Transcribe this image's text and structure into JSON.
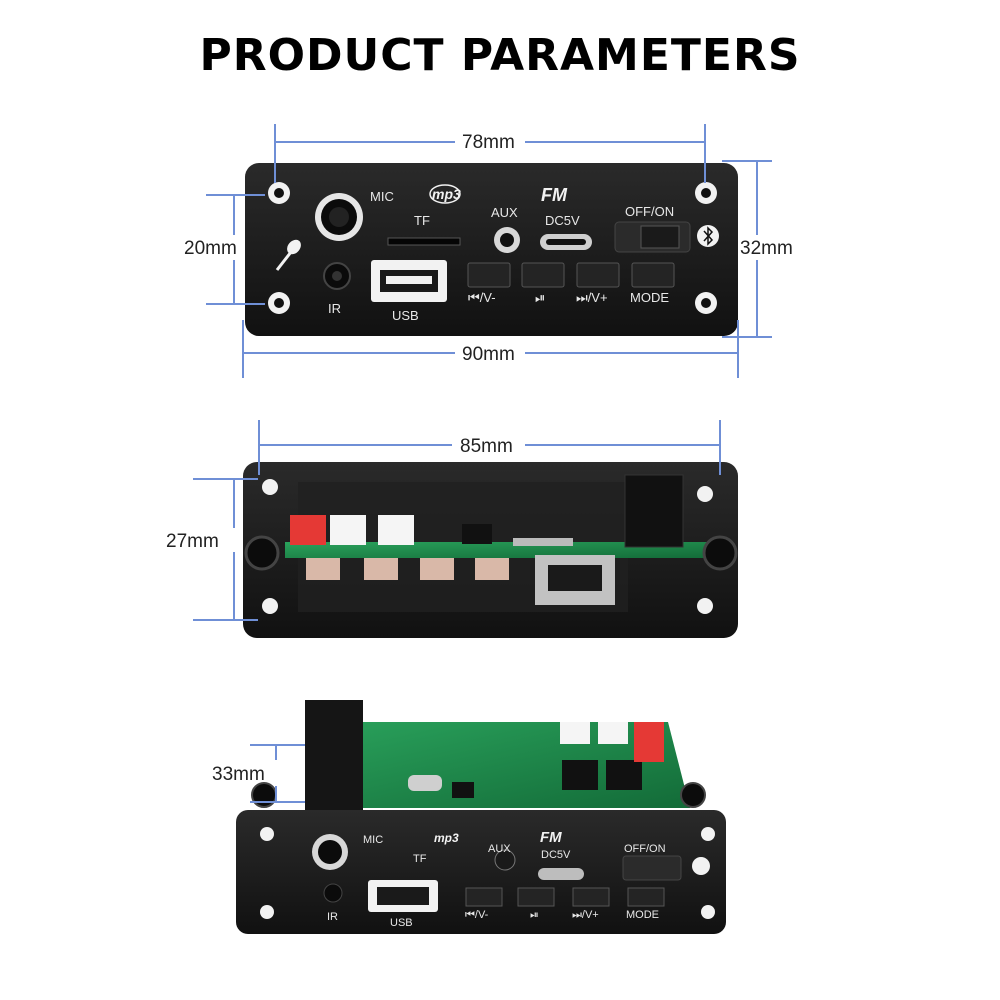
{
  "title": "PRODUCT PARAMETERS",
  "dimensions": {
    "front_width_holes": "78mm",
    "front_width_total": "90mm",
    "front_hole_spacing": "20mm",
    "front_height": "32mm",
    "back_width": "85mm",
    "back_height": "27mm",
    "depth": "33mm"
  },
  "panel_labels": {
    "mic": "MIC",
    "mp3_logo": "mp3",
    "fm_logo": "FM",
    "tf": "TF",
    "aux": "AUX",
    "dc": "DC5V",
    "power": "OFF/ON",
    "ir": "IR",
    "usb": "USB",
    "prev": "⏮/V-",
    "play": "⏯",
    "next": "⏭/V+",
    "mode": "MODE"
  },
  "colors": {
    "dimension_line": "#6f8fd6",
    "panel": "#161616",
    "pcb": "#1f8a4c"
  }
}
